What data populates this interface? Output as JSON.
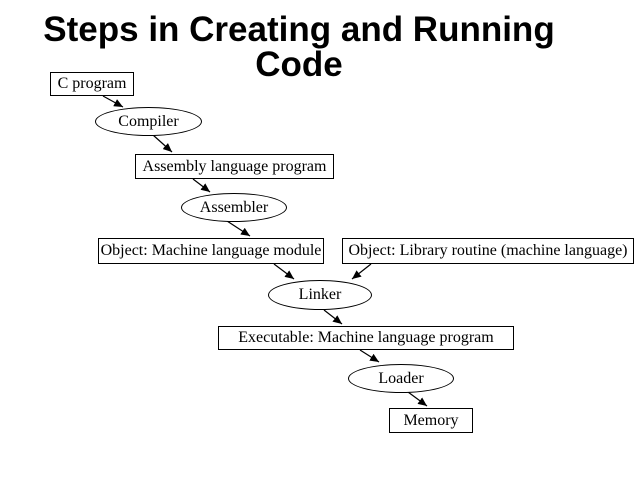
{
  "title": {
    "line1": "Steps in Creating and Running",
    "line2": "Code"
  },
  "diagram": {
    "nodes": [
      {
        "id": "c-program",
        "label": "C program",
        "shape": "rect"
      },
      {
        "id": "compiler",
        "label": "Compiler",
        "shape": "ellipse"
      },
      {
        "id": "assembly",
        "label": "Assembly language program",
        "shape": "rect"
      },
      {
        "id": "assembler",
        "label": "Assembler",
        "shape": "ellipse"
      },
      {
        "id": "object-module",
        "label": "Object: Machine language module",
        "shape": "rect"
      },
      {
        "id": "object-library",
        "label": "Object: Library routine (machine language)",
        "shape": "rect"
      },
      {
        "id": "linker",
        "label": "Linker",
        "shape": "ellipse"
      },
      {
        "id": "executable",
        "label": "Executable: Machine language program",
        "shape": "rect"
      },
      {
        "id": "loader",
        "label": "Loader",
        "shape": "ellipse"
      },
      {
        "id": "memory",
        "label": "Memory",
        "shape": "rect"
      }
    ],
    "edges": [
      {
        "from": "c-program",
        "to": "compiler"
      },
      {
        "from": "compiler",
        "to": "assembly"
      },
      {
        "from": "assembly",
        "to": "assembler"
      },
      {
        "from": "assembler",
        "to": "object-module"
      },
      {
        "from": "object-module",
        "to": "linker"
      },
      {
        "from": "object-library",
        "to": "linker"
      },
      {
        "from": "linker",
        "to": "executable"
      },
      {
        "from": "executable",
        "to": "loader"
      },
      {
        "from": "loader",
        "to": "memory"
      }
    ]
  },
  "colors": {
    "background": "#ffffff",
    "stroke": "#000000",
    "text": "#000000"
  }
}
